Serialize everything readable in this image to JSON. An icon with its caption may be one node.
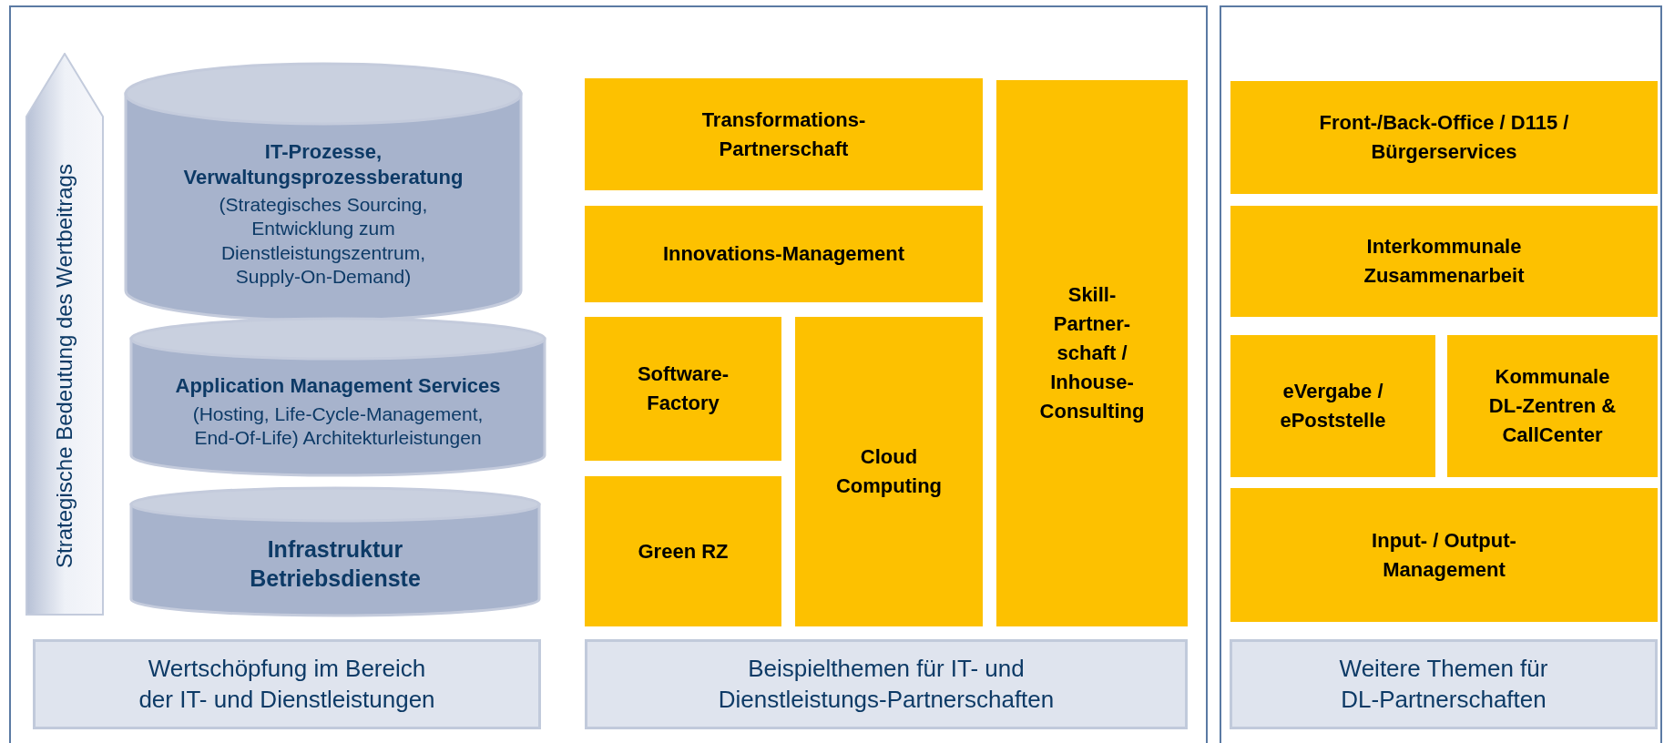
{
  "diagram": {
    "nodes": [
      {
        "text": [],
        "shape": "box"
      },
      {
        "text": [
          "Strategische Bedeutung des Wertbeitrags"
        ],
        "in": 0
      },
      {
        "text": [
          "IT-Prozesse, Verwaltungsprozessberatung",
          "(Strategisches Sourcing, Entwicklung zum Dienstleistungszentrum, Supply-On-Demand)"
        ],
        "in": 0
      },
      {
        "text": [
          "Application Management Services",
          "(Hosting, Life-Cycle-Management, End-Of-Life) Architekturleistungen"
        ],
        "in": 0
      },
      {
        "text": [
          "Infrastruktur Betriebsdienste"
        ],
        "in": 0
      },
      {
        "text": [
          "Wertschöpfung im Bereich der  IT- und Dienstleistungen"
        ],
        "in": 0
      },
      {
        "text": [
          "Transformations- Partnerschaft"
        ],
        "in": 0
      },
      {
        "text": [
          "Innovations-Management"
        ],
        "in": 0
      },
      {
        "text": [
          "Software- Factory"
        ],
        "in": 0
      },
      {
        "text": [
          "Green RZ"
        ],
        "in": 0
      },
      {
        "text": [
          "Cloud Computing"
        ],
        "in": 0
      },
      {
        "text": [
          "Skill- Partner- schaft / Inhouse- Consulting"
        ],
        "in": 0
      },
      {
        "text": [
          "Beispielthemen für IT- und Dienstleistungs-Partnerschaften"
        ],
        "in": 0
      },
      {
        "text": [],
        "shape": "box"
      },
      {
        "text": [
          "Front-/Back-Office / D115 / Bürgerservices"
        ],
        "in": 13
      },
      {
        "text": [
          "Interkommunale Zusammenarbeit"
        ],
        "in": 13
      },
      {
        "text": [
          "eVergabe / ePoststelle"
        ],
        "in": 13
      },
      {
        "text": [
          "Kommunale DL-Zentren & CallCenter"
        ],
        "in": 13
      },
      {
        "text": [
          "Input- / Output- Management"
        ],
        "in": 13
      },
      {
        "text": [
          "Weitere Themen für DL-Partnerschaften"
        ],
        "in": 13
      }
    ]
  }
}
